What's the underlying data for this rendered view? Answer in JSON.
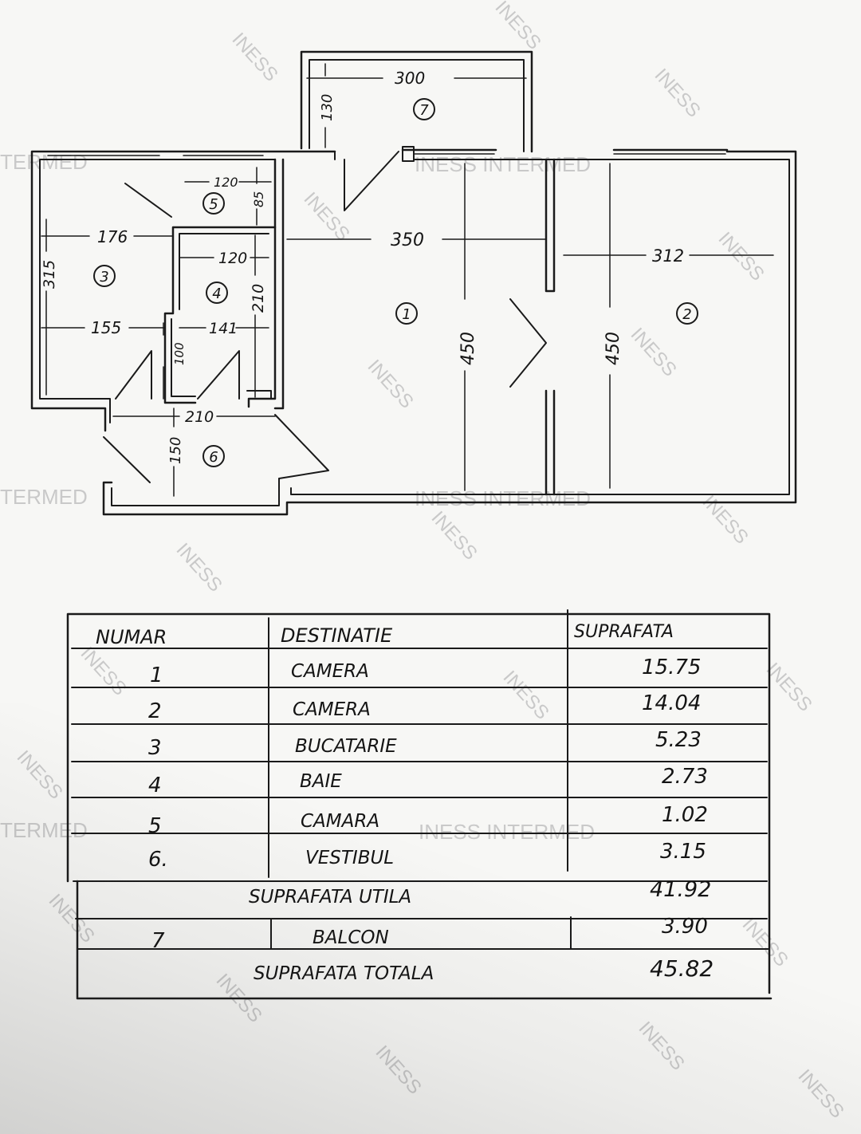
{
  "watermarks": {
    "short": "INESS",
    "long": "INESS INTERMED",
    "termed": "TERMED"
  },
  "plan": {
    "dims": {
      "balcony_width": "300",
      "balcony_depth": "130",
      "pantry_width": "120",
      "pantry_depth": "85",
      "kitchen_width": "176",
      "kitchen_depth": "315",
      "kitchen_bottom": "155",
      "bath_width": "120",
      "bath_depth": "210",
      "bath_bottom": "141",
      "bath_side": "100",
      "hall_width": "210",
      "hall_depth": "150",
      "room1_width": "350",
      "room1_depth": "450",
      "room2_width": "312",
      "room2_depth": "450"
    },
    "room_markers": [
      "1",
      "2",
      "3",
      "4",
      "5",
      "6",
      "7"
    ]
  },
  "table": {
    "headers": [
      "NUMAR",
      "DESTINATIE",
      "SUPRAFATA"
    ],
    "rows": [
      {
        "num": "1",
        "dest": "CAMERA",
        "area": "15.75"
      },
      {
        "num": "2",
        "dest": "CAMERA",
        "area": "14.04"
      },
      {
        "num": "3",
        "dest": "BUCATARIE",
        "area": "5.23"
      },
      {
        "num": "4",
        "dest": "BAIE",
        "area": "2.73"
      },
      {
        "num": "5",
        "dest": "CAMARA",
        "area": "1.02"
      },
      {
        "num": "6.",
        "dest": "VESTIBUL",
        "area": "3.15"
      }
    ],
    "useful_label": "SUPRAFATA UTILA",
    "useful_area": "41.92",
    "balcony": {
      "num": "7",
      "dest": "BALCON",
      "area": "3.90"
    },
    "total_label": "SUPRAFATA TOTALA",
    "total_area": "45.82"
  }
}
